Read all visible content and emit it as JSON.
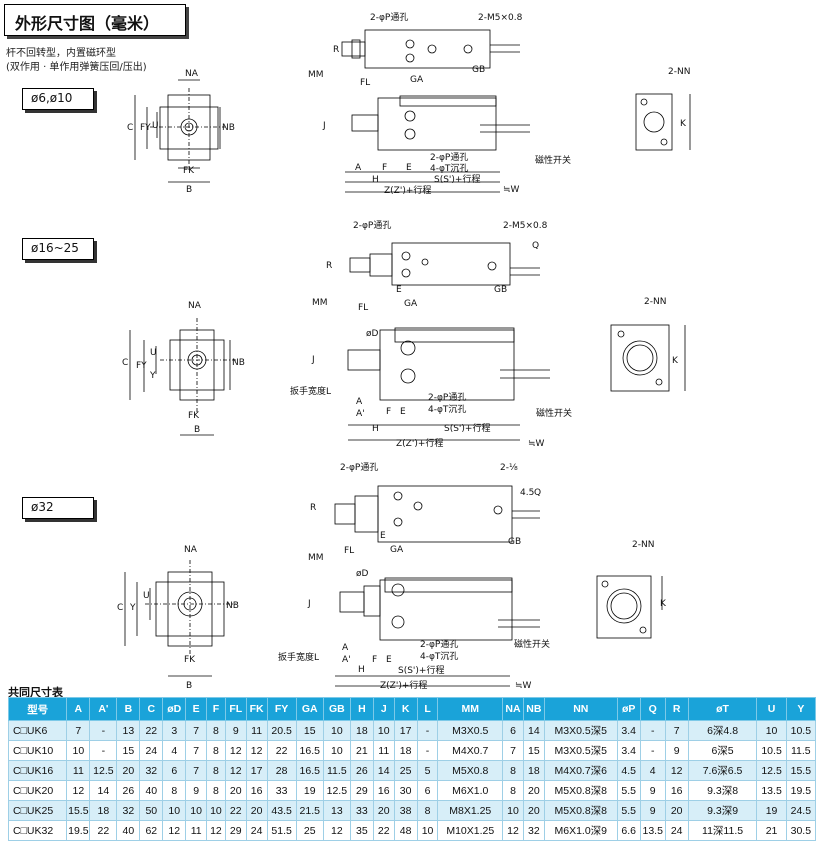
{
  "header": {
    "title": "外形尺寸图（毫米）",
    "note1": "杆不回转型，内置磁环型",
    "note2": "(双作用 · 单作用弹簧压回/压出)"
  },
  "sections": [
    {
      "tag": "ø6,ø10"
    },
    {
      "tag": "ø16~25"
    },
    {
      "tag": "ø32"
    }
  ],
  "labels": {
    "p_hole": "2-φP通孔",
    "m5": "2-M5×0.8",
    "nn": "2-NN",
    "p_hole2": "2-φP通孔",
    "t_counter": "4-φT沉孔",
    "sensor": "磁性开关",
    "stroke_s": "S(S')+行程",
    "stroke_z": "Z(Z')+行程",
    "wrench": "扳手宽度L",
    "w": "≒W",
    "g_thread": "2-⅛",
    "dim_45": "4.5",
    "NA": "NA",
    "NB": "NB",
    "C": "C",
    "FY": "FY",
    "Y": "Y",
    "U": "U",
    "FK": "FK",
    "B": "B",
    "K": "K",
    "MM": "MM",
    "FL": "FL",
    "J": "J",
    "A": "A",
    "A2": "A'",
    "F": "F",
    "E": "E",
    "H": "H",
    "GA": "GA",
    "GB": "GB",
    "R": "R",
    "Q": "Q",
    "D": "øD"
  },
  "table": {
    "caption": "共同尺寸表",
    "headers": [
      "型号",
      "A",
      "A'",
      "B",
      "C",
      "øD",
      "E",
      "F",
      "FL",
      "FK",
      "FY",
      "GA",
      "GB",
      "H",
      "J",
      "K",
      "L",
      "MM",
      "NA",
      "NB",
      "NN",
      "øP",
      "Q",
      "R",
      "øT",
      "U",
      "Y"
    ],
    "rows": [
      [
        "C□UK6",
        "7",
        "-",
        "13",
        "22",
        "3",
        "7",
        "8",
        "9",
        "11",
        "20.5",
        "15",
        "10",
        "18",
        "10",
        "17",
        "-",
        "M3X0.5",
        "6",
        "14",
        "M3X0.5深5",
        "3.4",
        "-",
        "7",
        "6深4.8",
        "10",
        "10.5"
      ],
      [
        "C□UK10",
        "10",
        "-",
        "15",
        "24",
        "4",
        "7",
        "8",
        "12",
        "12",
        "22",
        "16.5",
        "10",
        "21",
        "11",
        "18",
        "-",
        "M4X0.7",
        "7",
        "15",
        "M3X0.5深5",
        "3.4",
        "-",
        "9",
        "6深5",
        "10.5",
        "11.5"
      ],
      [
        "C□UK16",
        "11",
        "12.5",
        "20",
        "32",
        "6",
        "7",
        "8",
        "12",
        "17",
        "28",
        "16.5",
        "11.5",
        "26",
        "14",
        "25",
        "5",
        "M5X0.8",
        "8",
        "18",
        "M4X0.7深6",
        "4.5",
        "4",
        "12",
        "7.6深6.5",
        "12.5",
        "15.5"
      ],
      [
        "C□UK20",
        "12",
        "14",
        "26",
        "40",
        "8",
        "9",
        "8",
        "20",
        "16",
        "33",
        "19",
        "12.5",
        "29",
        "16",
        "30",
        "6",
        "M6X1.0",
        "8",
        "20",
        "M5X0.8深8",
        "5.5",
        "9",
        "16",
        "9.3深8",
        "13.5",
        "19.5"
      ],
      [
        "C□UK25",
        "15.5",
        "18",
        "32",
        "50",
        "10",
        "10",
        "10",
        "22",
        "20",
        "43.5",
        "21.5",
        "13",
        "33",
        "20",
        "38",
        "8",
        "M8X1.25",
        "10",
        "20",
        "M5X0.8深8",
        "5.5",
        "9",
        "20",
        "9.3深9",
        "19",
        "24.5"
      ],
      [
        "C□UK32",
        "19.5",
        "22",
        "40",
        "62",
        "12",
        "11",
        "12",
        "29",
        "24",
        "51.5",
        "25",
        "12",
        "35",
        "22",
        "48",
        "10",
        "M10X1.25",
        "12",
        "32",
        "M6X1.0深9",
        "6.6",
        "13.5",
        "24",
        "11深11.5",
        "21",
        "30.5"
      ]
    ]
  }
}
